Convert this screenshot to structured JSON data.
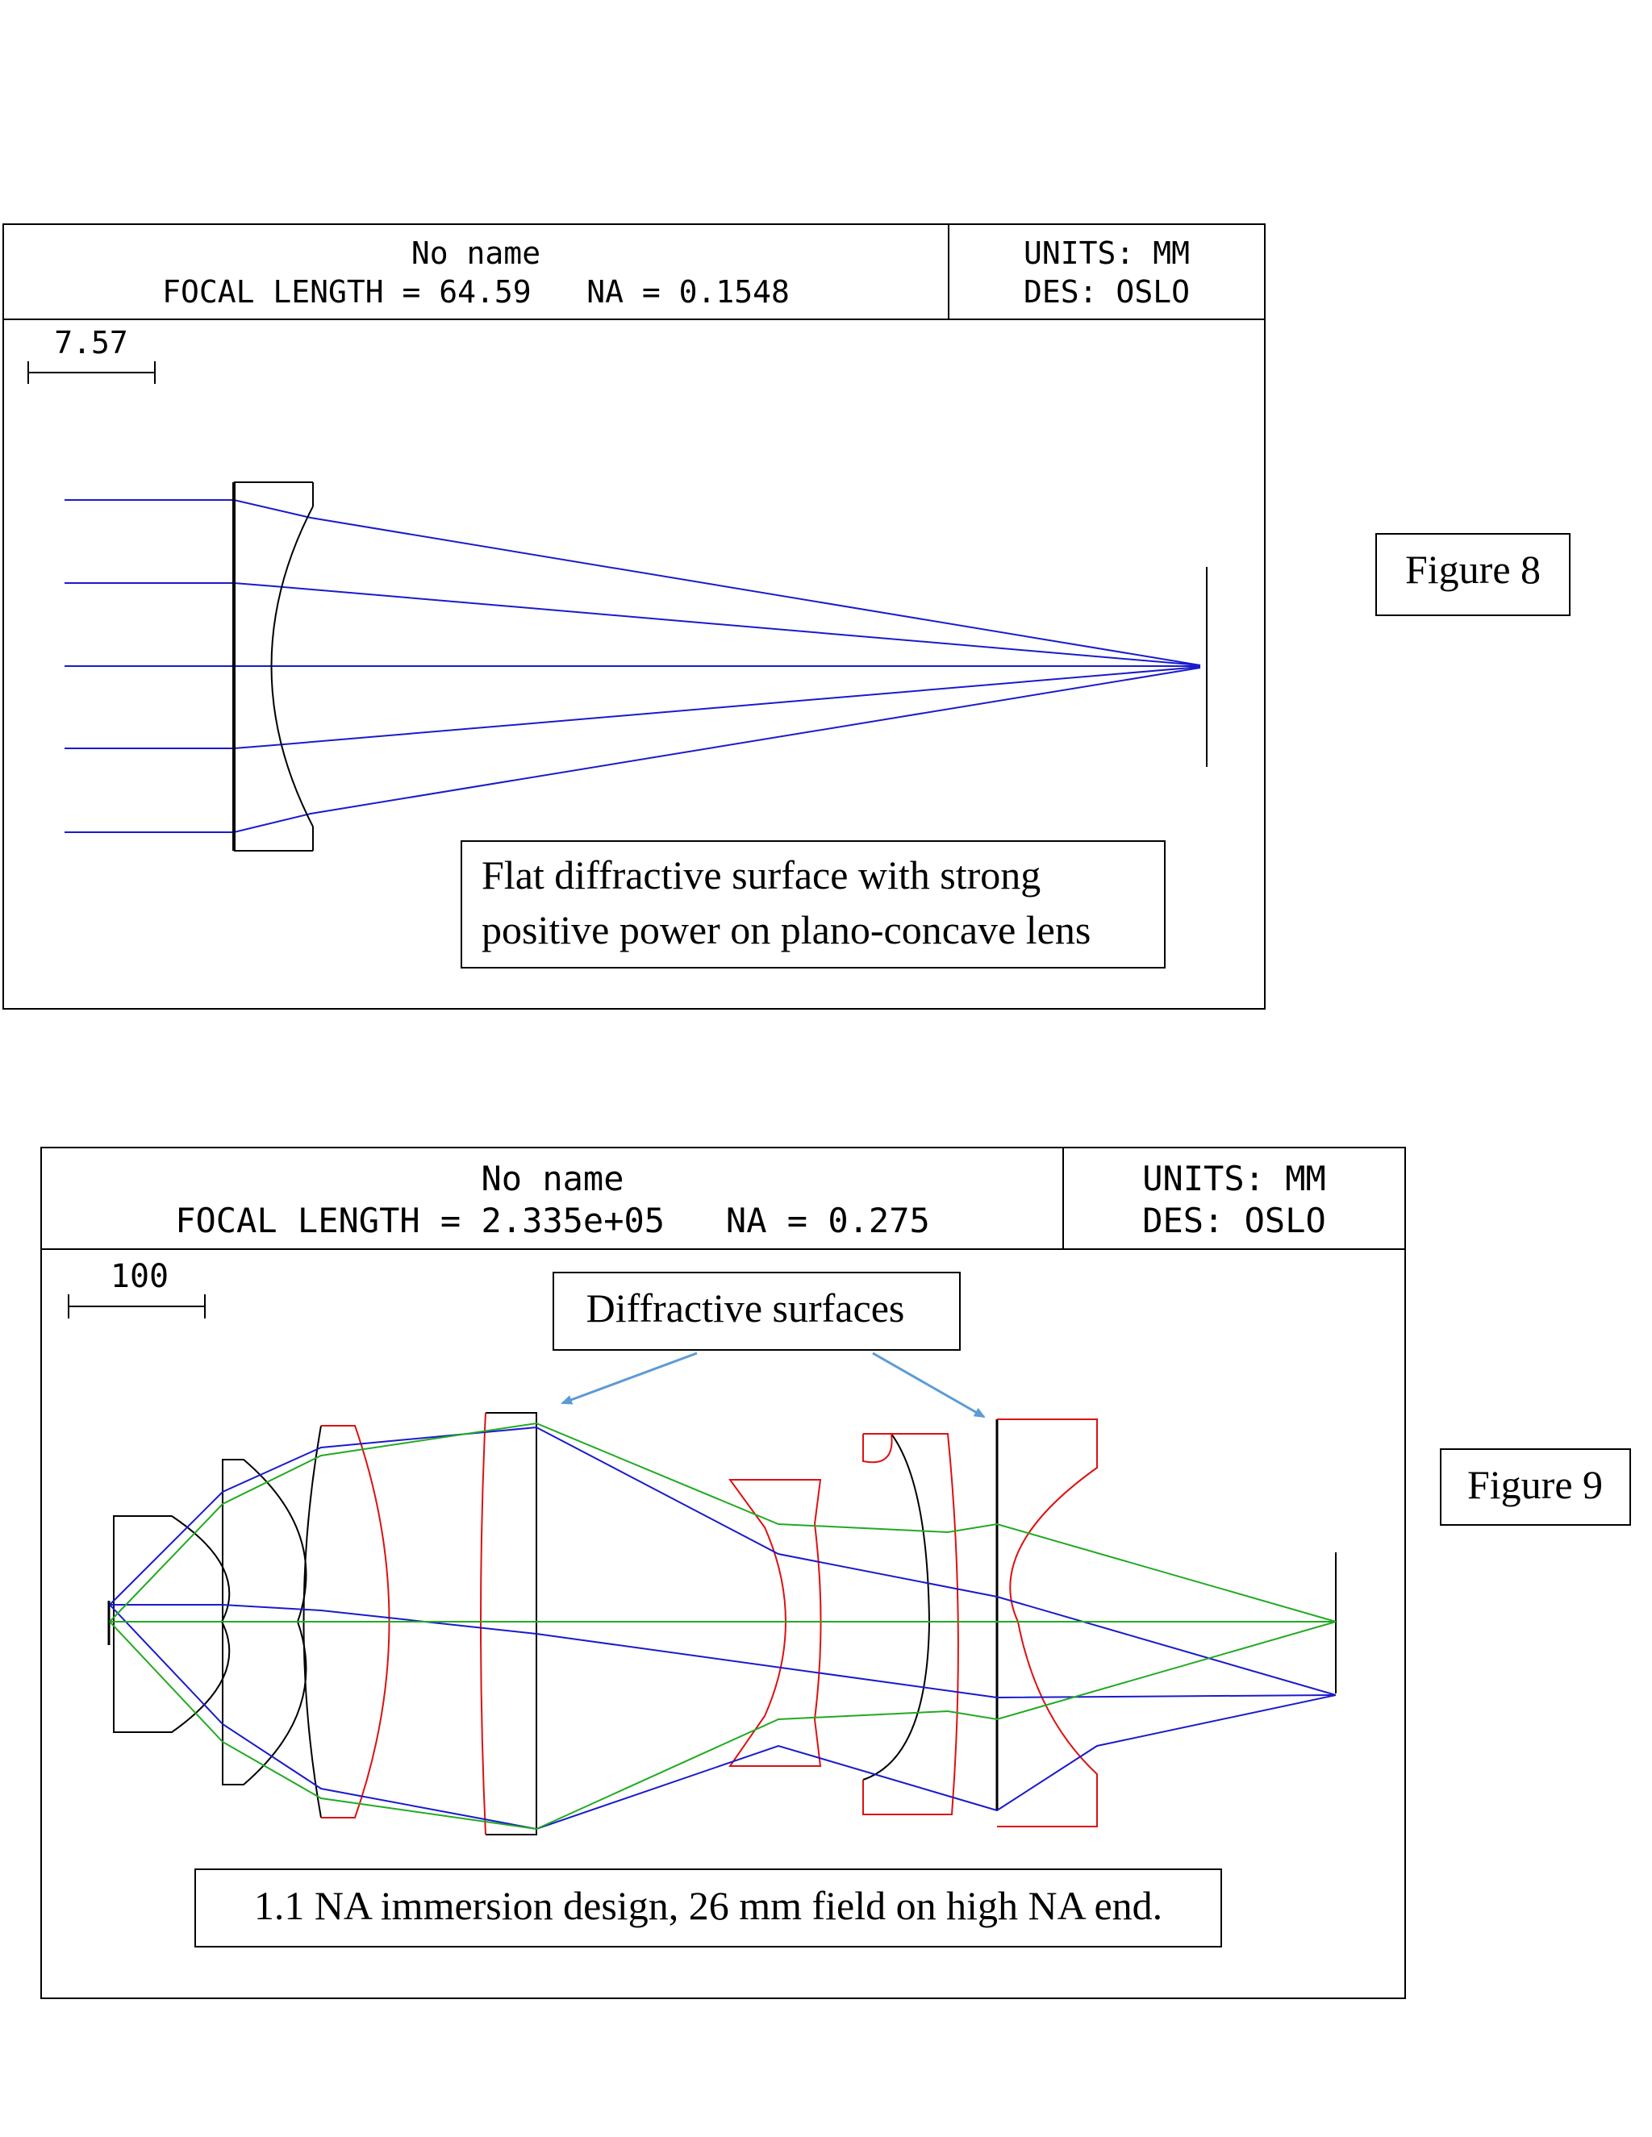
{
  "figure8": {
    "header": {
      "name": "No name",
      "focal_line": "FOCAL LENGTH = 64.59   NA = 0.1548",
      "units": "UNITS: MM",
      "design": "DES: OSLO"
    },
    "scale_label": "7.57",
    "caption_line1": "Flat diffractive surface with strong",
    "caption_line2": "positive power on plano-concave lens",
    "figure_label": "Figure 8",
    "colors": {
      "rays": "#1a1acc",
      "lens": "#000000"
    }
  },
  "figure9": {
    "header": {
      "name": "No name",
      "focal_line": "FOCAL LENGTH = 2.335e+05   NA = 0.275",
      "units": "UNITS: MM",
      "design": "DES: OSLO"
    },
    "scale_label": "100",
    "callout": "Diffractive surfaces",
    "caption": "1.1 NA immersion design, 26 mm field on high NA end.",
    "figure_label": "Figure 9",
    "colors": {
      "ray_blue": "#1a1acc",
      "ray_green": "#22aa22",
      "lens_red": "#dd1111",
      "lens_black": "#000000",
      "arrow": "#5b9bd5"
    }
  }
}
